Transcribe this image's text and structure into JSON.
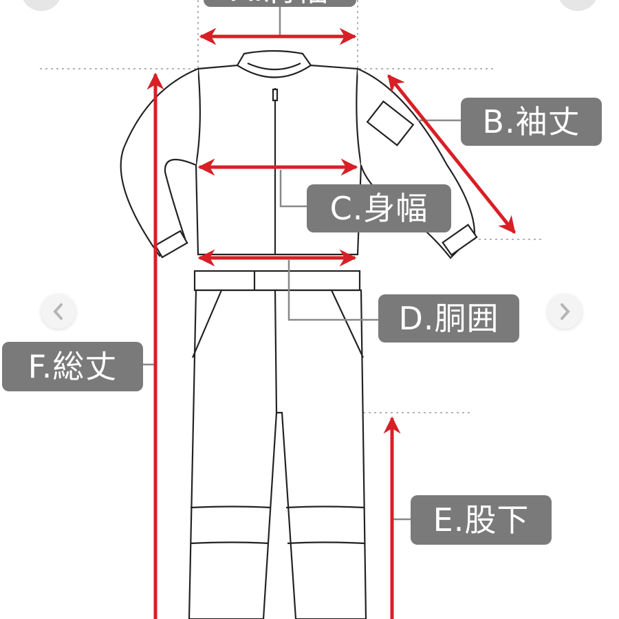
{
  "diagram": {
    "title": "Coverall size measurement guide",
    "accent_color": "#d81f26",
    "label_bg_color": "#7a7a7a",
    "labels": {
      "a": "A.肩幅",
      "b": "B.袖丈",
      "c": "C.身幅",
      "d": "D.胴囲",
      "e": "E.股下",
      "f": "F.総丈"
    }
  },
  "navigation": {
    "prev_icon": "chevron-left-icon",
    "next_icon": "chevron-right-icon"
  }
}
